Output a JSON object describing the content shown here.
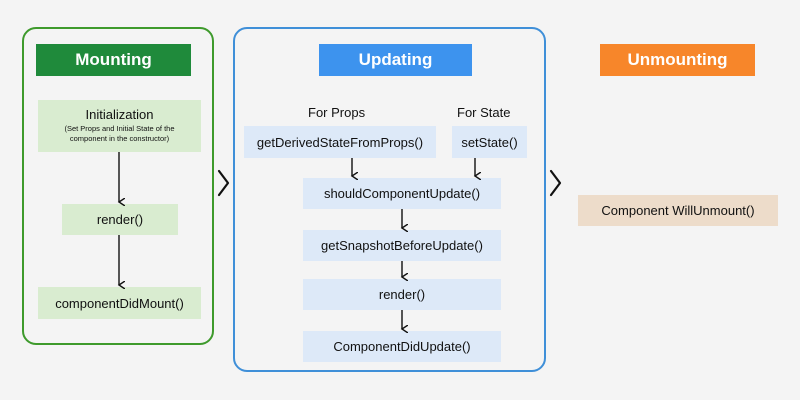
{
  "phases": {
    "mounting": {
      "title": "Mounting",
      "color": "#1f8a3b",
      "border_color": "#3e9a2c",
      "nodes": {
        "initialization_title": "Initialization",
        "initialization_sub_line1": "(Set Props and Initial State of the",
        "initialization_sub_line2": "component in the constructor)",
        "render": "render()",
        "component_did_mount": "componentDidMount()"
      }
    },
    "updating": {
      "title": "Updating",
      "color": "#3d93ee",
      "border_color": "#3f8fd8",
      "for_props_label": "For Props",
      "for_state_label": "For State",
      "nodes": {
        "get_derived_state_from_props": "getDerivedStateFromProps()",
        "set_state": "setState()",
        "should_component_update": "shouldComponentUpdate()",
        "get_snapshot_before_update": "getSnapshotBeforeUpdate()",
        "render": "render()",
        "component_did_update": "ComponentDidUpdate()"
      }
    },
    "unmounting": {
      "title": "Unmounting",
      "color": "#f7862a",
      "nodes": {
        "component_will_unmount": "Component WillUnmount()"
      }
    }
  }
}
